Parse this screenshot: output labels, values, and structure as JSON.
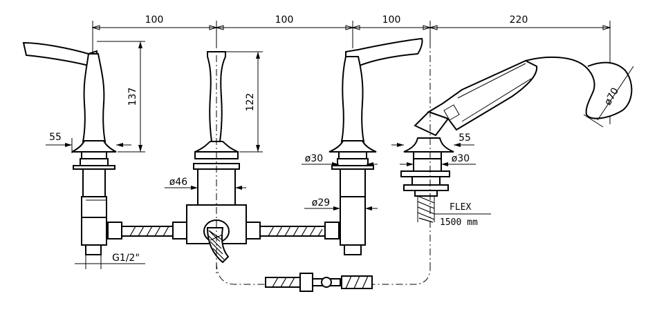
{
  "dimensions": {
    "spacing_1": "100",
    "spacing_2": "100",
    "spacing_3": "100",
    "spacing_4": "220",
    "height_left_handle": "137",
    "height_center_handle": "122",
    "flange_left": "55",
    "flange_right": "55",
    "dia_center_body": "ø46",
    "dia_right_collar": "ø30",
    "dia_shower_collar": "ø30",
    "dia_right_body": "ø29",
    "dia_handshower": "ø70",
    "thread_left": "G1/2\""
  },
  "notes": {
    "flex_label": "FLEX",
    "flex_length": "1500 mm"
  }
}
